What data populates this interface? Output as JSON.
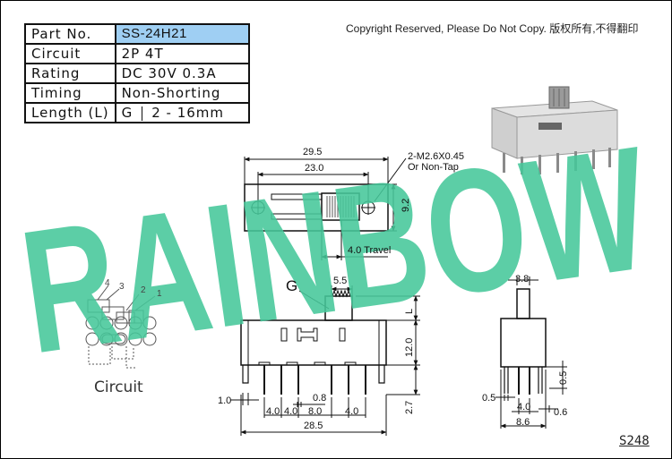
{
  "spec": {
    "part_no": {
      "label": "Part No.",
      "value": "SS-24H21"
    },
    "circuit": {
      "label": "Circuit",
      "value": "2P 4T"
    },
    "rating": {
      "label": "Rating",
      "value": "DC 30V 0.3A"
    },
    "timing": {
      "label": "Timing",
      "value": "Non-Shorting"
    },
    "length": {
      "label": "Length (L)",
      "code": "G",
      "value": "2 - 16mm"
    }
  },
  "copyright": "Copyright Reserved, Please Do Not Copy. 版权所有,不得翻印",
  "watermark": "RAINBOW",
  "watermark_color": "#46c79a",
  "top_view": {
    "dim_overall": "29.5",
    "dim_mount": "23.0",
    "dim_height": "9.2",
    "hole_note_1": "2-M2.6X0.45",
    "hole_note_2": "Or Non-Tap",
    "travel": "4.0 Travel"
  },
  "front_view": {
    "g_label": "G",
    "knob_width": "5.5",
    "l_label": "L",
    "body_height": "12.0",
    "pin_length": "2.7",
    "pin_width": "1.0",
    "pin_thick": "0.8",
    "pitches": [
      "4.0",
      "4.0",
      "8.0",
      "4.0"
    ],
    "total_length": "28.5"
  },
  "side_view": {
    "knob": "3.8",
    "pin_w_right": "0.5",
    "pin_w_left": "0.5",
    "pin_spacing": "4.0",
    "body_width": "8.6",
    "offset": "0.6"
  },
  "circuit": {
    "label": "Circuit",
    "pins": [
      "4",
      "3",
      "2",
      "1"
    ]
  },
  "model_code": "S248"
}
